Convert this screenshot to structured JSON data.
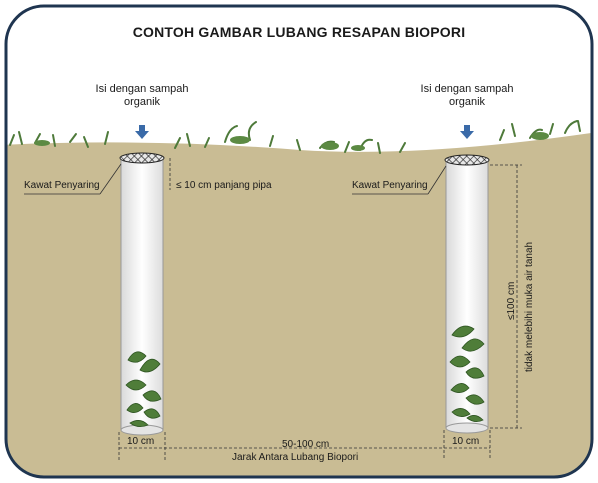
{
  "title": "CONTOH GAMBAR LUBANG RESAPAN BIOPORI",
  "left_hole": {
    "instruction": "Isi dengan sampah organik",
    "filter_label": "Kawat Penyaring",
    "pipe_label": "≤ 10 cm panjang pipa",
    "width_label": "10 cm"
  },
  "right_hole": {
    "instruction": "Isi dengan sampah organik",
    "filter_label": "Kawat Penyaring",
    "width_label": "10 cm",
    "depth_label": "≤100 cm",
    "depth_note": "tidak melebihi muka air tanah"
  },
  "spacing": {
    "distance_label": "50-100 cm",
    "caption": "Jarak Antara Lubang Biopori"
  },
  "colors": {
    "soil": "#c9bc94",
    "frame": "#1f3550",
    "arrow": "#3a6aa8",
    "grass": "#4e7a3a"
  }
}
